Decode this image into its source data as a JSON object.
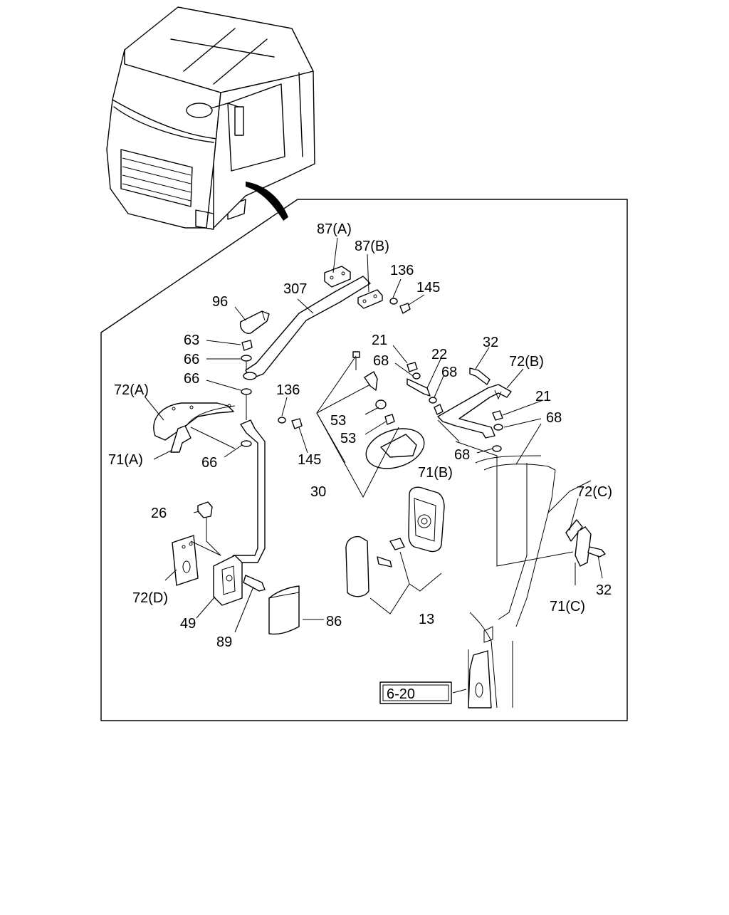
{
  "callouts": [
    {
      "id": "87a",
      "text": "87(A)"
    },
    {
      "id": "87b",
      "text": "87(B)"
    },
    {
      "id": "136a",
      "text": "136"
    },
    {
      "id": "145a",
      "text": "145"
    },
    {
      "id": "307",
      "text": "307"
    },
    {
      "id": "96",
      "text": "96"
    },
    {
      "id": "63",
      "text": "63"
    },
    {
      "id": "66a",
      "text": "66"
    },
    {
      "id": "66b",
      "text": "66"
    },
    {
      "id": "72a",
      "text": "72(A)"
    },
    {
      "id": "136b",
      "text": "136"
    },
    {
      "id": "145b",
      "text": "145"
    },
    {
      "id": "71a",
      "text": "71(A)"
    },
    {
      "id": "66c",
      "text": "66"
    },
    {
      "id": "21a",
      "text": "21"
    },
    {
      "id": "68a",
      "text": "68"
    },
    {
      "id": "22",
      "text": "22"
    },
    {
      "id": "68b",
      "text": "68"
    },
    {
      "id": "32a",
      "text": "32"
    },
    {
      "id": "72b",
      "text": "72(B)"
    },
    {
      "id": "21b",
      "text": "21"
    },
    {
      "id": "68c",
      "text": "68"
    },
    {
      "id": "53a",
      "text": "53"
    },
    {
      "id": "53b",
      "text": "53"
    },
    {
      "id": "30",
      "text": "30"
    },
    {
      "id": "71b",
      "text": "71(B)"
    },
    {
      "id": "68d",
      "text": "68"
    },
    {
      "id": "72c",
      "text": "72(C)"
    },
    {
      "id": "26",
      "text": "26"
    },
    {
      "id": "72d",
      "text": "72(D)"
    },
    {
      "id": "49",
      "text": "49"
    },
    {
      "id": "89",
      "text": "89"
    },
    {
      "id": "86",
      "text": "86"
    },
    {
      "id": "13",
      "text": "13"
    },
    {
      "id": "32b",
      "text": "32"
    },
    {
      "id": "71c",
      "text": "71(C)"
    }
  ],
  "reference_box": {
    "text": "6-20"
  }
}
